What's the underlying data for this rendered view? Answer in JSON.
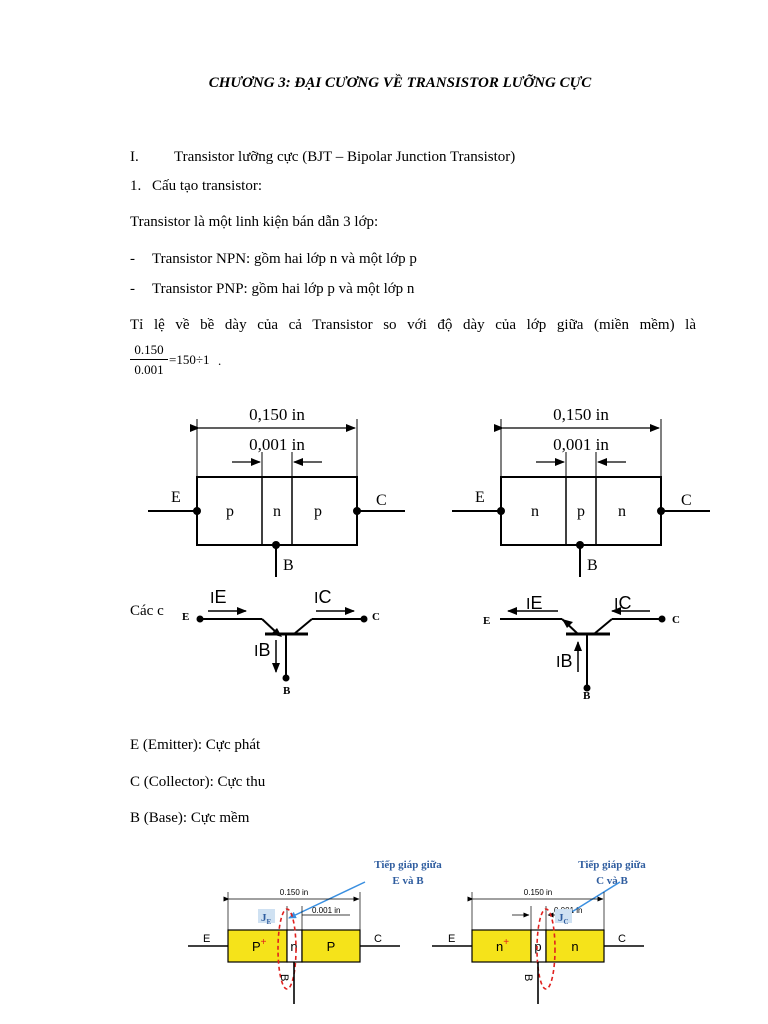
{
  "title": "CHƯƠNG 3: ĐẠI CƯƠNG VỀ TRANSISTOR LƯỠNG CỰC",
  "section": {
    "num": "I.",
    "text": "Transistor lưỡng cực (BJT – Bipolar Junction Transistor)"
  },
  "subsection": {
    "num": "1.",
    "text": "Cấu tạo transistor:"
  },
  "intro": "Transistor là một linh kiện bán dẫn 3 lớp:",
  "bullets": [
    {
      "dash": "-",
      "text": "Transistor NPN: gồm hai lớp n và một lớp p"
    },
    {
      "dash": "-",
      "text": "Transistor PNP: gồm hai lớp p và một lớp n"
    }
  ],
  "ratio_line": "Tỉ lệ về bề dày của cả Transistor so với độ dày của lớp giữa (miền mềm) là",
  "formula": {
    "num": "0.150",
    "den": "0.001",
    "rest": "=150÷1",
    "end": "."
  },
  "structure": {
    "total": "0,150 in",
    "mid": "0,001 in",
    "left": {
      "e": "E",
      "c": "C",
      "b": "B",
      "layers": [
        "p",
        "n",
        "p"
      ]
    },
    "right": {
      "e": "E",
      "c": "C",
      "b": "B",
      "layers": [
        "n",
        "p",
        "n"
      ]
    }
  },
  "symbol_caption": "Các c",
  "symbols": {
    "left": {
      "ie_i": "I",
      "ie_s": "E",
      "ic_i": "I",
      "ic_s": "C",
      "ib_i": "I",
      "ib_s": "B",
      "e": "E",
      "c": "C",
      "b": "B"
    },
    "right": {
      "ie_i": "I",
      "ie_s": "E",
      "ic_i": "I",
      "ic_s": "C",
      "ib_i": "I",
      "ib_s": "B",
      "e": "E",
      "c": "C",
      "b": "B"
    }
  },
  "terminals": [
    "E (Emitter): Cực phát",
    "C (Collector): Cực thu",
    "B (Base): Cực mềm"
  ],
  "junction": {
    "left": {
      "callout1": "Tiếp giáp giữa",
      "callout2": "E và B",
      "total": "0.150 in",
      "mid": "0.001 in",
      "j": "J",
      "j_sub": "E",
      "e": "E",
      "c": "C",
      "b": "B",
      "l1": "P",
      "l1_sup": "+",
      "l2": "n",
      "l3": "P"
    },
    "right": {
      "callout1": "Tiếp giáp giữa",
      "callout2": "C và B",
      "total": "0.150 in",
      "mid": "0.001 in",
      "j": "J",
      "j_sub": "C",
      "e": "E",
      "c": "C",
      "b": "B",
      "l1": "n",
      "l1_sup": "+",
      "l2": "p",
      "l3": "n"
    }
  },
  "colors": {
    "layer_fill": "#f5e31a",
    "callout": "#2f5d9f",
    "callout_line": "#3a8fe0",
    "junction_ring": "#e0201e"
  }
}
